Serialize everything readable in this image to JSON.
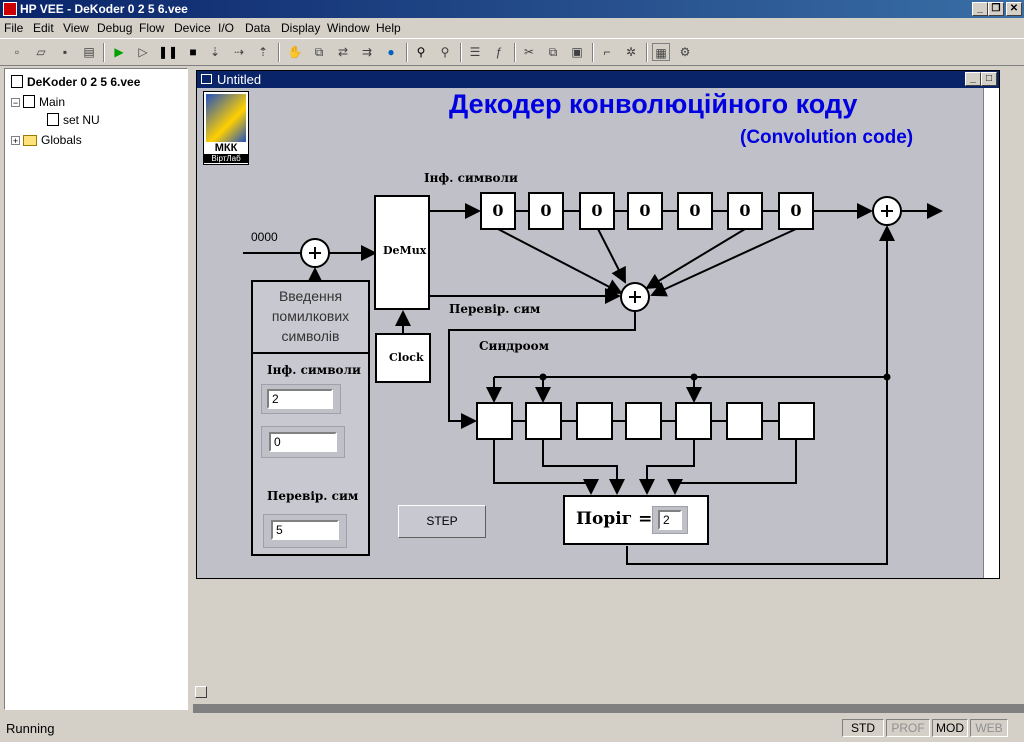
{
  "app": {
    "title": "HP VEE - DeKoder 0 2 5 6.vee"
  },
  "menu": [
    "File",
    "Edit",
    "View",
    "Debug",
    "Flow",
    "Device",
    "I/O",
    "Data",
    "Display",
    "Window",
    "Help"
  ],
  "tree": {
    "root": "DeKoder 0 2 5 6.vee",
    "main": "Main",
    "setnu": "set NU",
    "globals": "Globals"
  },
  "child_window": {
    "title": "Untitled"
  },
  "panel": {
    "title": "Декодер конволюційного коду",
    "subtitle": "(Convolution code)",
    "logo_text": "МКК",
    "logo_sub": "ВіртЛаб",
    "label_inf_top": "Інф. символи",
    "input_value": "0000",
    "demux": "DeMux",
    "clock": "Clock",
    "perevir_top": "Перевір. сим",
    "syndrome": "Синдроом",
    "register_top": [
      "0",
      "0",
      "0",
      "0",
      "0",
      "0",
      "0"
    ],
    "error_panel_title": [
      "Введення",
      "помилкових",
      "символів"
    ],
    "error_inf_label": "Інф. символи",
    "error_inf_value1": "2",
    "error_inf_value2": "0",
    "error_perevir_label": "Перевір. сим",
    "error_perevir_value": "5",
    "step_button": "STEP",
    "threshold_label": "Поріг  =",
    "threshold_value": "2"
  },
  "status": {
    "text": "Running",
    "std": "STD",
    "prof": "PROF",
    "mod": "MOD",
    "web": "WEB"
  }
}
